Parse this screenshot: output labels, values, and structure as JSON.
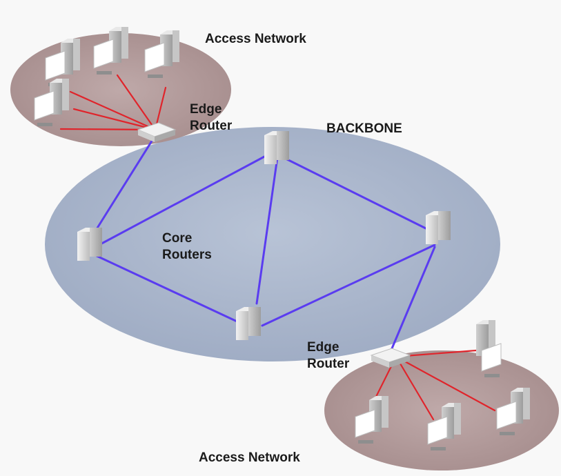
{
  "labels": {
    "access_network_top": "Access Network",
    "access_network_bottom": "Access Network",
    "backbone": "BACKBONE",
    "edge_router_top": [
      "Edge",
      "Router"
    ],
    "edge_router_bottom": [
      "Edge",
      "Router"
    ],
    "core_routers": [
      "Core",
      "Routers"
    ]
  },
  "colors": {
    "backbone_fill": "#a9b6cc",
    "access_fill": "#b39c9c",
    "core_link": "#5a3cf0",
    "access_link": "#e0242b",
    "background": "#f8f8f8"
  },
  "icons": {
    "workstation": "desktop-computer-icon",
    "core_router": "router-tower-icon",
    "edge_router": "edge-router-box-icon"
  }
}
